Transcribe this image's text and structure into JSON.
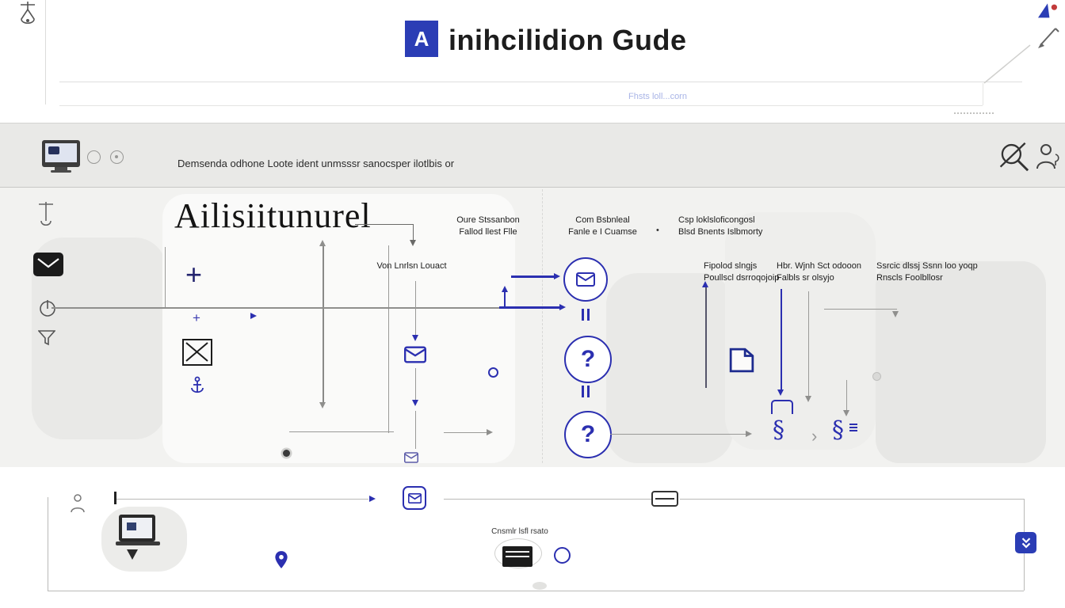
{
  "colors": {
    "accent": "#2b2fb0",
    "logo_blue": "#2b3db5",
    "band_gray": "#e9e9e7",
    "canvas_gray": "#f2f2f0"
  },
  "header": {
    "logo_letter": "A",
    "title": "inihcilidion Gude",
    "search_placeholder": "Fhsts loll...corn"
  },
  "toolbar": {
    "description": "Demsenda odhone Loote ident unmsssr sanocsper ilotlbis or"
  },
  "icons": {
    "plus": "+",
    "bullet": "•",
    "chevron": "›",
    "squiggle": "§",
    "question": "?"
  },
  "diagram": {
    "title": "Ailisiitunurel",
    "top_labels": [
      {
        "line1": "Oure Stssanbon",
        "line2": "Fallod llest Flle"
      },
      {
        "line1": "Com Bsbnleal",
        "line2": "Fanle e I Cuamse"
      },
      {
        "line1": "Csp loklsloficongosl",
        "line2": "Blsd Bnents Islbmorty"
      }
    ],
    "mid_labels": [
      {
        "line1": "Von Lnrlsn Louact"
      },
      {
        "line1": "Fipolod slngjs",
        "line2": "Poullscl dsrroqojoip"
      },
      {
        "line1": "Hbr. Wjnh Sct odooon",
        "line2": "Falbls sr olsyjo"
      },
      {
        "line1": "Ssrcic dlssj Ssnn loo yoqp",
        "line2": "Rnscls Foolbllosr"
      }
    ]
  },
  "footer": {
    "caption": "Cnsmlr lsfl rsato"
  }
}
